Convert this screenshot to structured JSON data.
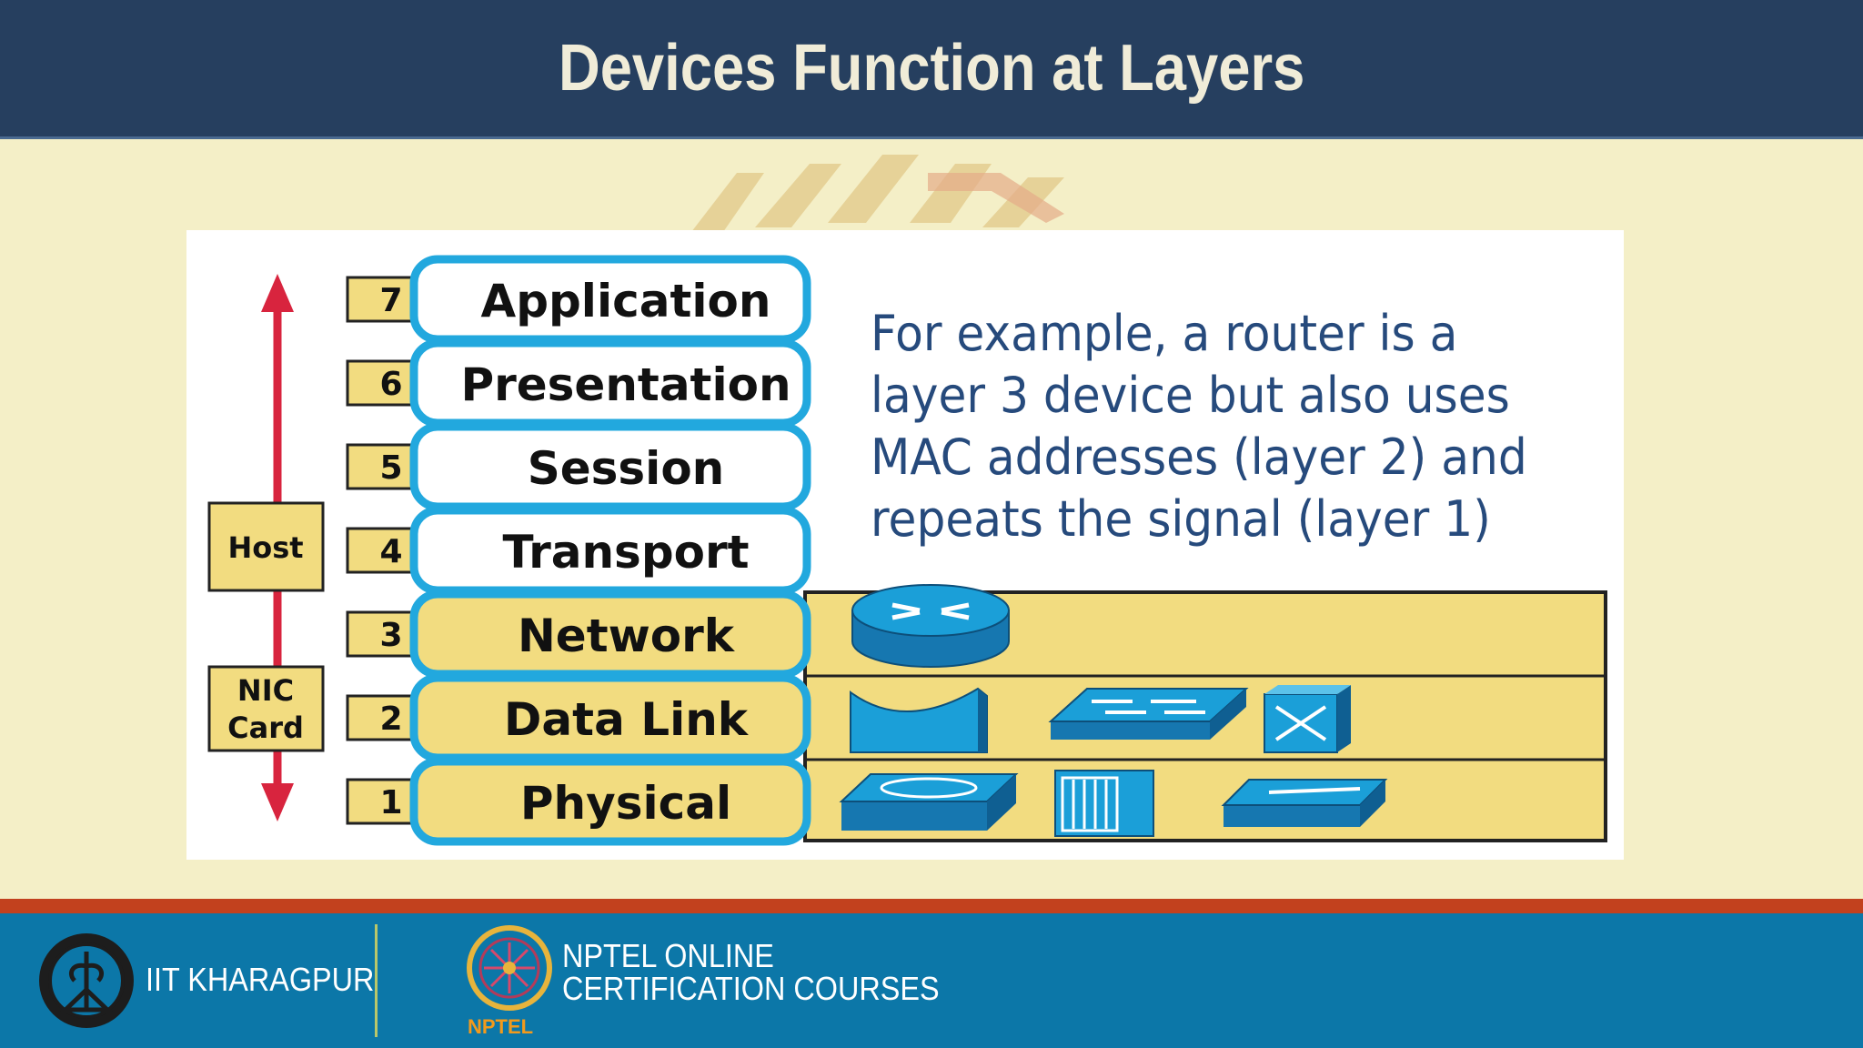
{
  "title": "Devices Function at Layers",
  "example_text": "For example, a router is a layer 3 device but also uses MAC addresses (layer 2) and repeats the signal (layer 1)",
  "layers": [
    {
      "number": "7",
      "name": "Application"
    },
    {
      "number": "6",
      "name": "Presentation"
    },
    {
      "number": "5",
      "name": "Session"
    },
    {
      "number": "4",
      "name": "Transport"
    },
    {
      "number": "3",
      "name": "Network"
    },
    {
      "number": "2",
      "name": "Data Link"
    },
    {
      "number": "1",
      "name": "Physical"
    }
  ],
  "side_labels": {
    "host": "Host",
    "nic_line1": "NIC",
    "nic_line2": "Card"
  },
  "device_icons": {
    "layer3": [
      "router-icon"
    ],
    "layer2": [
      "bridge-icon",
      "switch-icon",
      "atm-switch-icon"
    ],
    "layer1": [
      "hub-icon",
      "patch-panel-icon",
      "repeater-icon"
    ]
  },
  "footer": {
    "institute": "IIT KHARAGPUR",
    "nptel_line1": "NPTEL ONLINE",
    "nptel_line2": "CERTIFICATION COURSES",
    "nptel_word": "NPTEL"
  },
  "colors": {
    "title_bar": "#263f5f",
    "background": "#f4efc7",
    "layer_fill": "#f2dc80",
    "layer_border": "#22a8de",
    "arrow": "#d8243e",
    "device_blue": "#1b9fd8",
    "footer": "#0c77a8",
    "footer_stripe": "#c2411e",
    "text_blue": "#264a7c"
  }
}
